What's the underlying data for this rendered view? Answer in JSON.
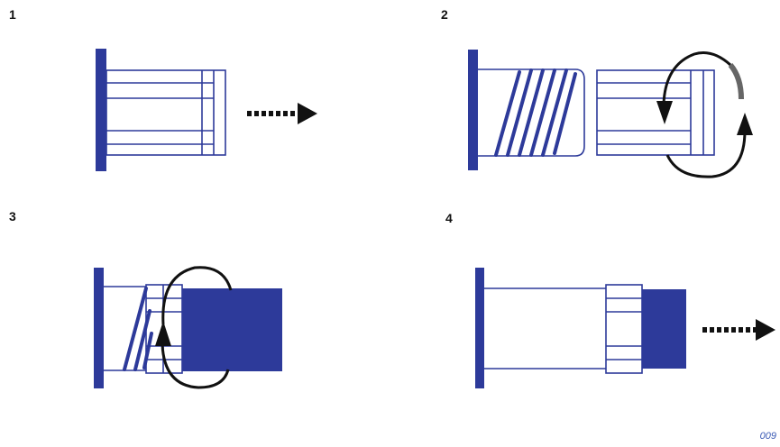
{
  "steps": [
    {
      "number": "1"
    },
    {
      "number": "2"
    },
    {
      "number": "3"
    },
    {
      "number": "4"
    }
  ],
  "footer_code": "009",
  "colors": {
    "blue": "#2d3a9a",
    "line_blue": "#2d3a9a",
    "arrow": "#111111",
    "background": "#ffffff"
  }
}
